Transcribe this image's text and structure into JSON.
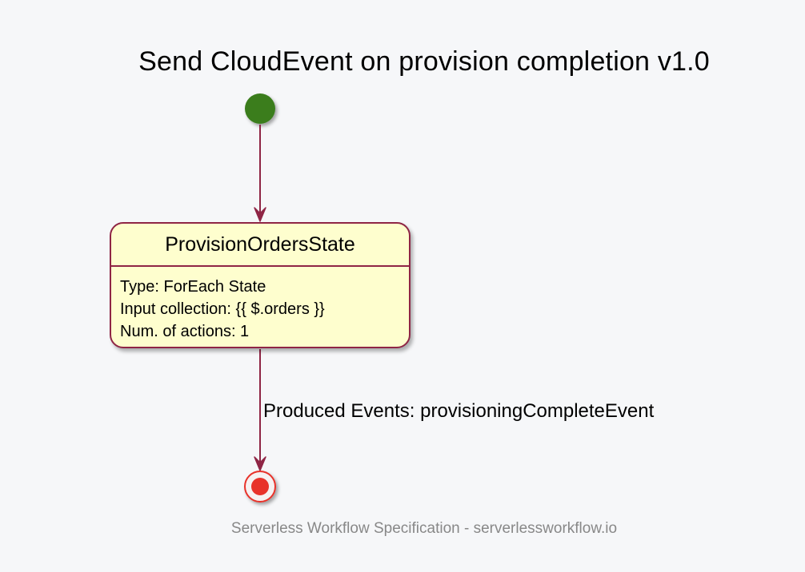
{
  "diagram": {
    "title": "Send CloudEvent on provision completion v1.0",
    "state": {
      "name": "ProvisionOrdersState",
      "details": [
        "Type: ForEach State",
        "Input collection: {{ $.orders }}",
        "Num. of actions: 1"
      ]
    },
    "transition_label": "Produced Events: provisioningCompleteEvent",
    "footer": "Serverless Workflow Specification - serverlessworkflow.io"
  },
  "colors": {
    "background": "#f6f7f9",
    "start_node": "#3a7d1e",
    "end_node": "#e8312a",
    "state_fill": "#fefece",
    "state_border": "#8f2545",
    "arrow": "#8f2545",
    "footer_text": "#888888"
  }
}
